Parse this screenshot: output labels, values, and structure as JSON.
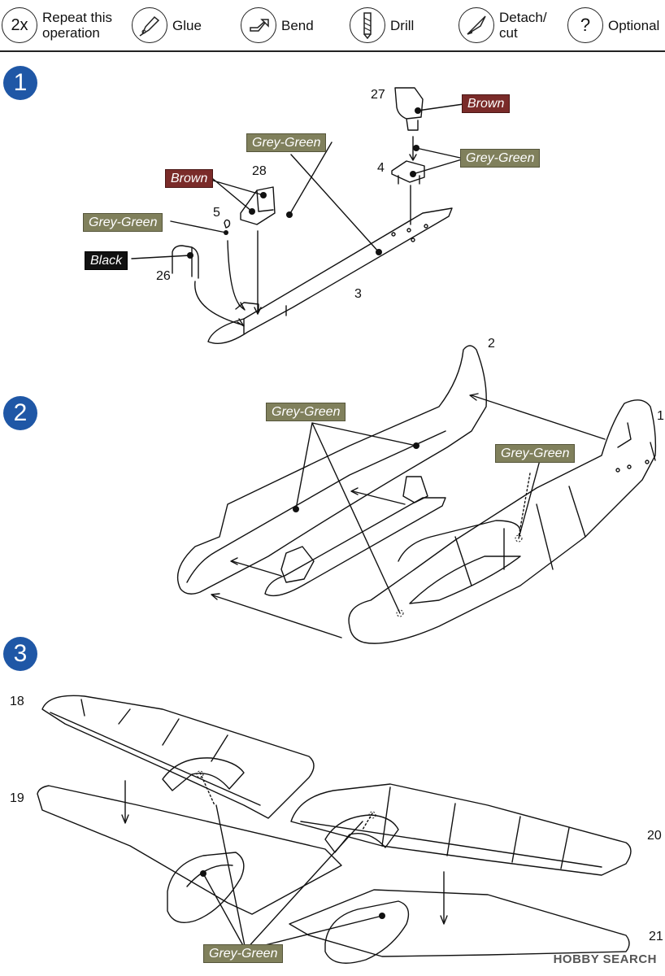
{
  "legend": [
    {
      "icon_text": "2x",
      "label": "Repeat this\noperation"
    },
    {
      "icon": "glue-tube-icon",
      "label": "Glue"
    },
    {
      "icon": "bend-icon",
      "label": "Bend"
    },
    {
      "icon": "drill-icon",
      "label": "Drill"
    },
    {
      "icon": "knife-icon",
      "label": "Detach/\ncut"
    },
    {
      "icon_text": "?",
      "label": "Optional"
    }
  ],
  "steps": [
    "1",
    "2",
    "3"
  ],
  "step1": {
    "parts": {
      "p27": "27",
      "p4": "4",
      "p28": "28",
      "p5": "5",
      "p26": "26",
      "p3": "3"
    },
    "tags": {
      "brown_top": "Brown",
      "greygreen_top": "Grey-Green",
      "greygreen_mid": "Grey-Green",
      "brown_left": "Brown",
      "greygreen_left": "Grey-Green",
      "black": "Black"
    }
  },
  "step2": {
    "parts": {
      "p2": "2",
      "p1": "1"
    },
    "tags": {
      "greygreen_left": "Grey-Green",
      "greygreen_right": "Grey-Green"
    }
  },
  "step3": {
    "parts": {
      "p18": "18",
      "p19": "19",
      "p20": "20",
      "p21": "21"
    },
    "tags": {
      "greygreen_bottom": "Grey-Green"
    }
  },
  "colors": {
    "grey_green": "#80805c",
    "brown": "#7a2b29",
    "black": "#111111",
    "step_badge": "#1f57a6"
  },
  "watermark": "HOBBY SEARCH"
}
